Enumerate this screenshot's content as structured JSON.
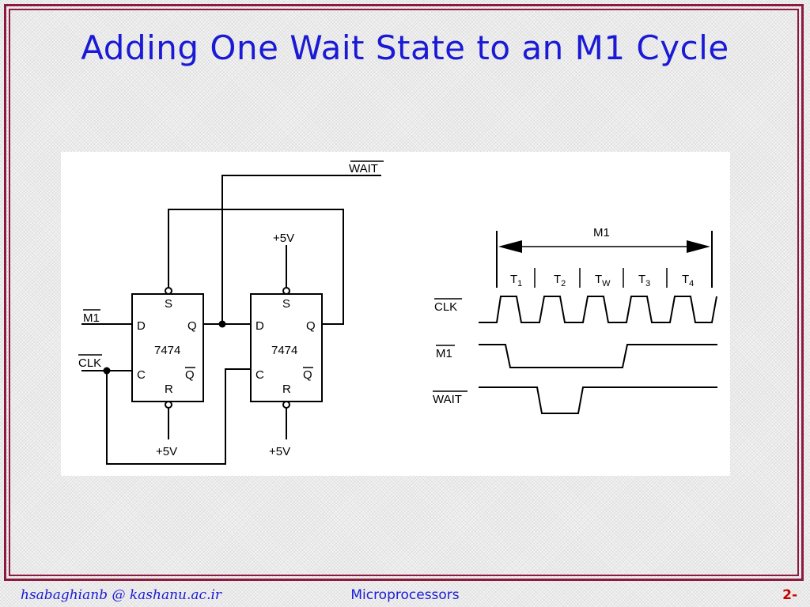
{
  "slide": {
    "title": "Adding One Wait State to an M1 Cycle",
    "frame_color": "#8b1a3e",
    "title_color": "#1a1ad6"
  },
  "circuit": {
    "wait_label": "WAIT",
    "m1_label": "M1",
    "clk_label": "CLK",
    "vcc_top": "+5V",
    "vcc_bottom_left": "+5V",
    "vcc_bottom_right": "+5V",
    "chip_left": {
      "name": "7474",
      "pin_s": "S",
      "pin_d": "D",
      "pin_q": "Q",
      "pin_c": "C",
      "pin_qbar": "Q",
      "pin_r": "R"
    },
    "chip_right": {
      "name": "7474",
      "pin_s": "S",
      "pin_d": "D",
      "pin_q": "Q",
      "pin_c": "C",
      "pin_qbar": "Q",
      "pin_r": "R"
    }
  },
  "timing": {
    "cycle_label": "M1",
    "states": [
      {
        "main": "T",
        "sub": "1"
      },
      {
        "main": "T",
        "sub": "2"
      },
      {
        "main": "T",
        "sub": "W"
      },
      {
        "main": "T",
        "sub": "3"
      },
      {
        "main": "T",
        "sub": "4"
      }
    ],
    "signals": [
      "CLK",
      "M1",
      "WAIT"
    ]
  },
  "footer": {
    "author": "hsabaghianb @ kashanu.ac.ir",
    "course": "Microprocessors",
    "page": "2-"
  }
}
